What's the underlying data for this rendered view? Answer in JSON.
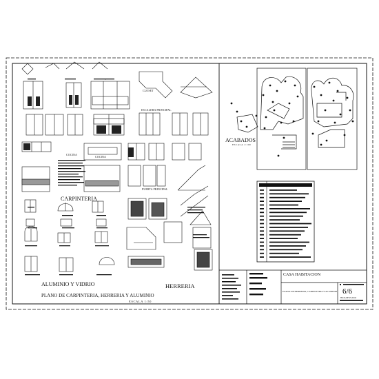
{
  "sheet": {
    "sections": {
      "carpinteria": "CARPINTERIA",
      "aluminio_vidrio": "ALUMINIO Y VIDRIO",
      "herreria": "HERRERIA",
      "acabados": "ACABADOS",
      "acabados_scale": "ESCALA 1:100"
    },
    "plan_title": "PLANO DE CARPINTERIA, HERRERIA Y ALUMINIO",
    "plan_scale": "ESCALA 1:50",
    "title_block": {
      "project": "CASA HABITACION",
      "drawing": "PLANO DE HERRERIA, CARPINTERIA Y ALUMINIO",
      "sheet_number": "6/6",
      "sheet_caption": "HOJA DE PLANO"
    },
    "labels": {
      "cocina": "COCINA",
      "puerta_principal": "PUERTA PRINCIPAL",
      "escalera_principal": "ESCALERA PRINCIPAL",
      "closet": "CLOSET"
    },
    "line_color": "#111111"
  }
}
